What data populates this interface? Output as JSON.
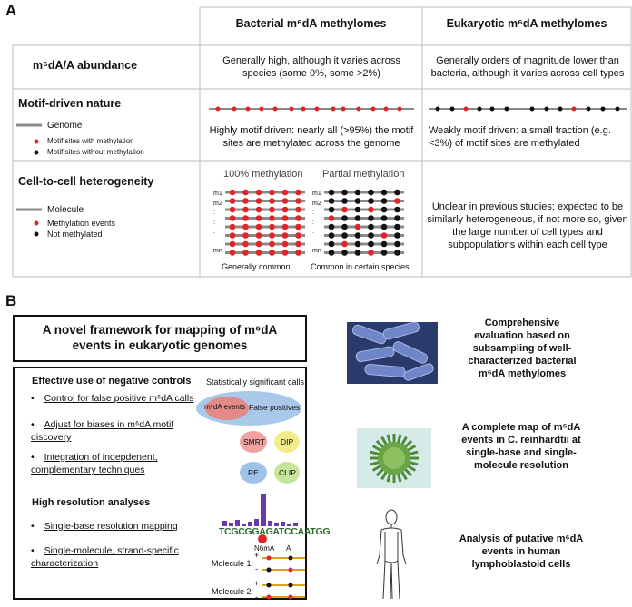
{
  "panel_a": {
    "letter": "A",
    "header_bacterial": "Bacterial m⁶dA methylomes",
    "header_eukaryotic": "Eukaryotic m⁶dA methylomes",
    "rows": [
      {
        "title": "m⁶dA/A abundance",
        "bacterial": "Generally high, although it varies across species (some 0%, some >2%)",
        "eukaryotic": "Generally orders of magnitude lower than bacteria, although it varies across cell types"
      },
      {
        "title": "Motif-driven nature",
        "bacterial": "Highly motif driven: nearly all (>95%) the motif sites are methylated across the genome",
        "eukaryotic": "Weakly motif driven: a small fraction (e.g. <3%) of motif sites are methylated"
      },
      {
        "title": "Cell-to-cell heterogeneity",
        "eukaryotic": "Unclear in previous studies; expected to be similarly heterogeneous, if not more so, given the large number of cell types and subpopulations within each cell type"
      }
    ],
    "legend_genome": [
      "Genome",
      "Motif sites with methylation",
      "Motif sites without methylation"
    ],
    "legend_molecule": [
      "Molecule",
      "Methylation events",
      "Not methylated"
    ],
    "full_methylation_label": "100% methylation",
    "partial_methylation_label": "Partial methylation",
    "full_caption": "Generally common",
    "partial_caption": "Common in certain species",
    "mol_labels": [
      "m1",
      "m2",
      ":",
      ":",
      ":",
      "mn"
    ]
  },
  "panel_b": {
    "letter": "B",
    "title": "A novel framework for mapping of m⁶dA events in eukaryotic genomes",
    "neg_controls_heading": "Effective use of negative controls",
    "neg_controls_items": [
      "Control for false positive m⁶dA calls",
      "Adjust for biases in m⁶dA motif discovery",
      "Integration of indepdenent, complementary techniques"
    ],
    "high_res_heading": "High resolution analyses",
    "high_res_items": [
      "Single-base resolution mapping",
      "Single-molecule, strand-specific characterization"
    ],
    "sig_calls_label": "Statistically significant calls",
    "m6da_events_label": "m⁶dA events",
    "false_positives_label": "False positives",
    "techniques": [
      "SMRT",
      "DIP",
      "RE",
      "CLIP"
    ],
    "sequence": "TCGCGGAGATCCAATGG",
    "n6ma_label": "N6mA",
    "a_label": "A",
    "molecule1": "Molecule 1:",
    "molecule2": "Molecule 2:",
    "plus": "+",
    "minus": "-",
    "right_items": [
      "Comprehensive evaluation based on subsampling of well-characterized bacterial m⁶dA methylomes",
      "A complete map of m⁶dA events in C. reinhardtii at single-base and single-molecule resolution",
      "Analysis of putative m⁶dA events in human lymphoblastoid cells"
    ]
  },
  "colors": {
    "red": "#e0252a",
    "black": "#111111",
    "grey": "#8a8a8a",
    "oval": "#a9c8ea",
    "oval_inner": "#e28a86"
  }
}
